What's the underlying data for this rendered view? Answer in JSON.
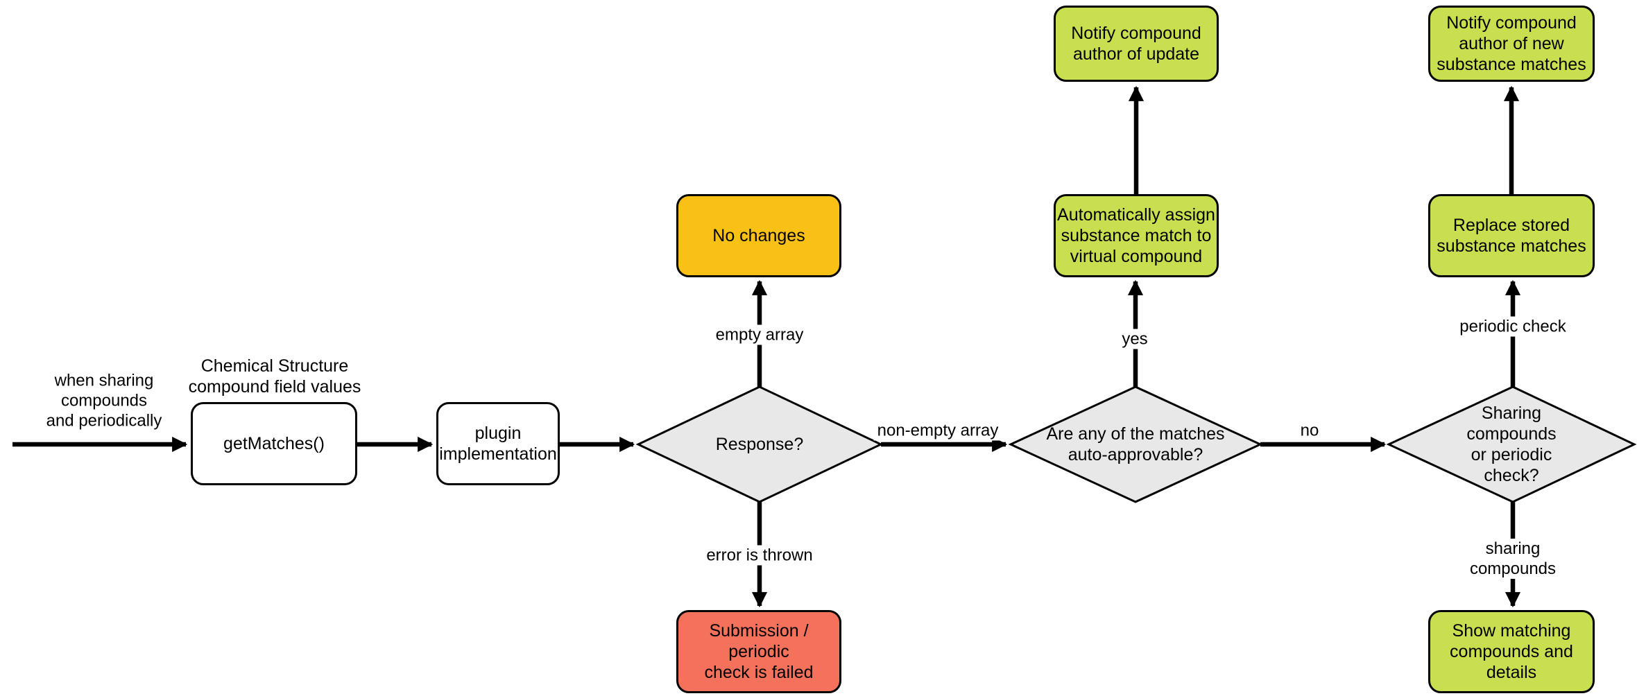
{
  "colors": {
    "process_fill": "#FFFFFF",
    "decision_fill": "#E8E8E8",
    "warning_fill": "#F9C116",
    "danger_fill": "#F4715C",
    "success_fill": "#C9DF4F",
    "stroke": "#000000"
  },
  "nodes": {
    "get_matches": {
      "label": "getMatches()",
      "annotation": "Chemical Structure\ncompound field values"
    },
    "plugin_implementation": {
      "label": "plugin\nimplementation"
    },
    "response": {
      "label": "Response?"
    },
    "no_changes": {
      "label": "No changes"
    },
    "check_failed": {
      "label": "Submission / periodic\ncheck is failed"
    },
    "auto_approvable": {
      "label": "Are any of the matches\nauto-approvable?"
    },
    "auto_assign": {
      "label": "Automatically assign\nsubstance match to\nvirtual compound"
    },
    "notify_update": {
      "label": "Notify compound\nauthor of update"
    },
    "sharing_or_periodic": {
      "label": "Sharing compounds\nor periodic check?"
    },
    "replace_stored": {
      "label": "Replace stored\nsubstance matches"
    },
    "notify_new_matches": {
      "label": "Notify compound\nauthor of new\nsubstance matches"
    },
    "show_matching": {
      "label": "Show matching\ncompounds and\ndetails"
    }
  },
  "edge_labels": {
    "start": "when sharing\ncompounds\nand periodically",
    "empty_array": "empty array",
    "error_thrown": "error is thrown",
    "non_empty_array": "non-empty array",
    "yes": "yes",
    "no": "no",
    "periodic_check": "periodic check",
    "sharing_compounds": "sharing compounds"
  }
}
